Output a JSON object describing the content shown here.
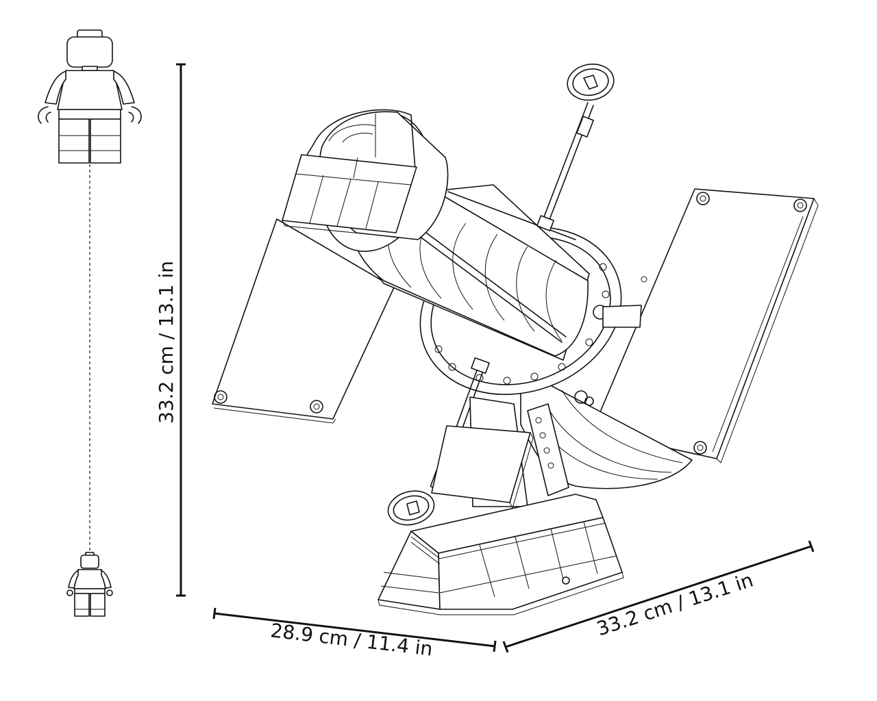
{
  "dimensions": {
    "height_label": "33.2 cm / 13.1 in",
    "width_label": "28.9 cm / 11.4 in",
    "depth_label": "33.2 cm / 13.1 in"
  },
  "colors": {
    "ink": "#111111",
    "background": "#ffffff"
  }
}
